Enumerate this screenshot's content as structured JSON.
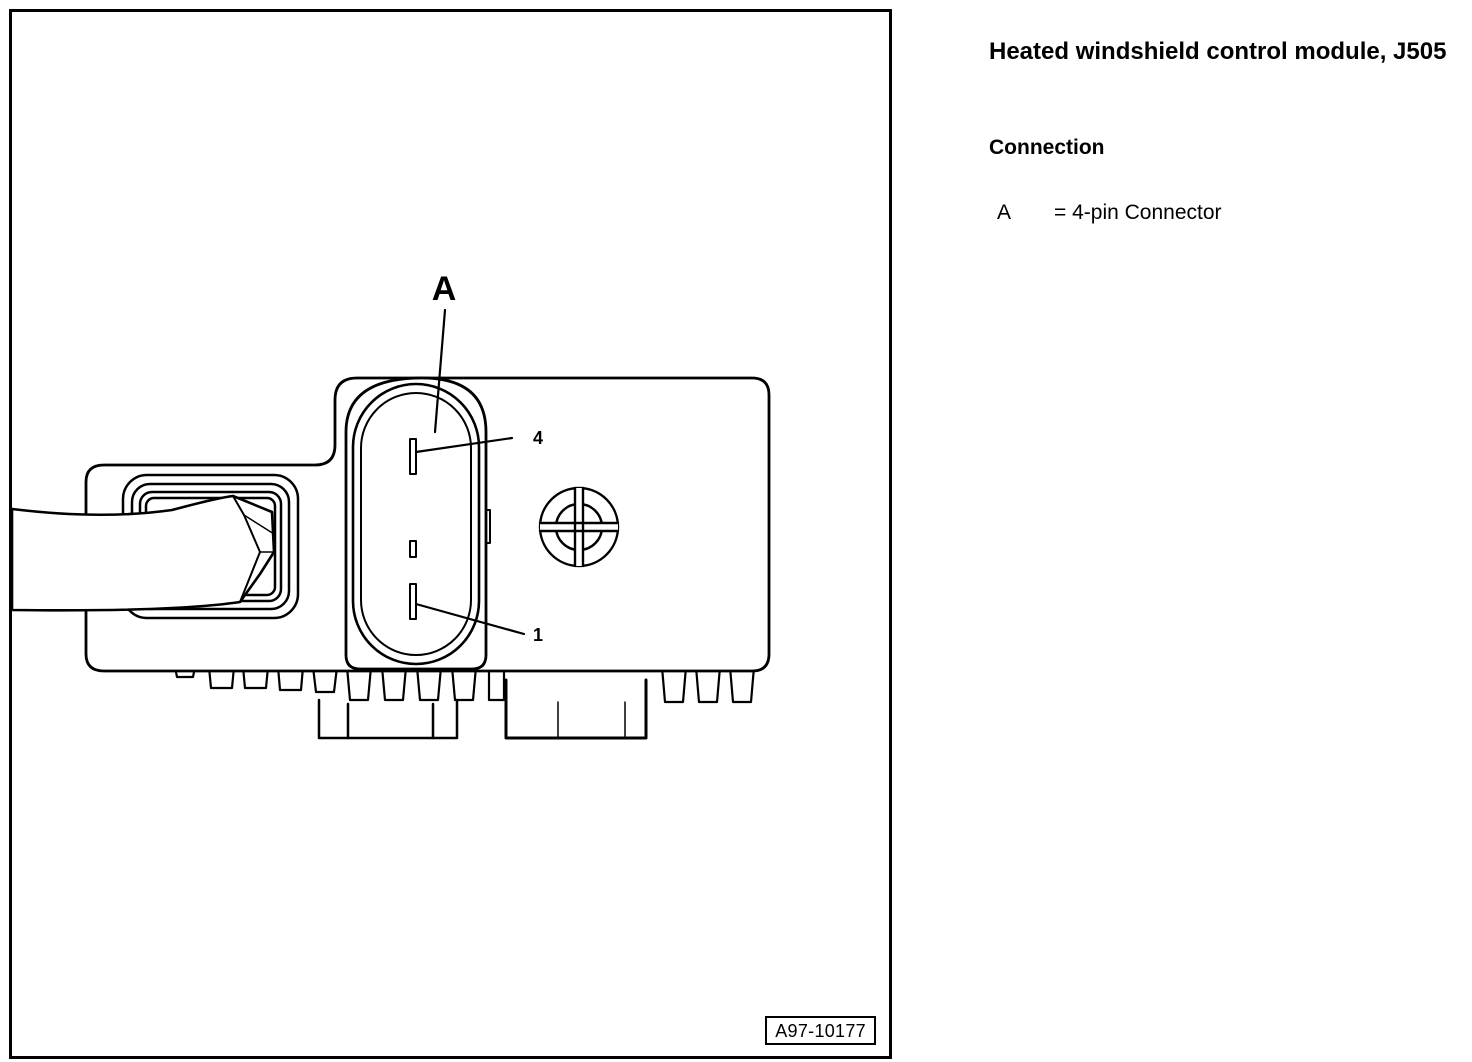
{
  "figure": {
    "callout_main": "A",
    "pin_top": "4",
    "pin_bottom": "1",
    "figure_id": "A97-10177"
  },
  "title": "Heated windshield control module, J505",
  "section": "Connection",
  "legend": [
    {
      "key": "A",
      "value": "= 4-pin Connector"
    }
  ]
}
